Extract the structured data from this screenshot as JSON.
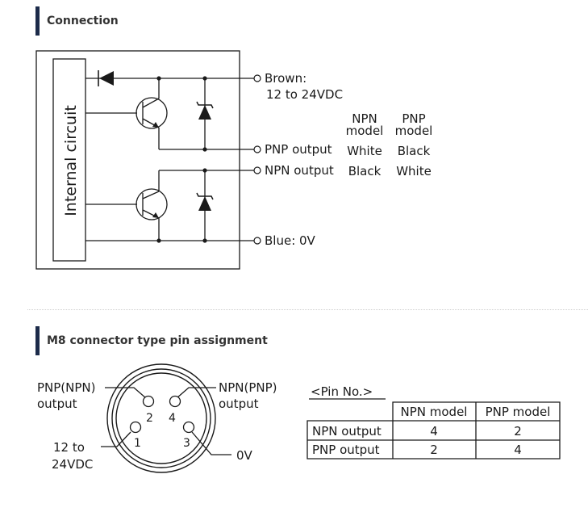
{
  "sections": {
    "connection_title": "Connection",
    "pin_assignment_title": "M8 connector type pin assignment"
  },
  "circuit": {
    "internal_label": "Internal circuit",
    "terminals": {
      "brown": "Brown:",
      "brown_voltage": "12 to 24VDC",
      "pnp_output": "PNP output",
      "npn_output": "NPN output",
      "blue": "Blue: 0V"
    },
    "wire_table": {
      "npn_header_1": "NPN",
      "npn_header_2": "model",
      "pnp_header_1": "PNP",
      "pnp_header_2": "model",
      "pnp_row_npn": "White",
      "pnp_row_pnp": "Black",
      "npn_row_npn": "Black",
      "npn_row_pnp": "White"
    }
  },
  "connector": {
    "label_pnp_npn_1": "PNP(NPN)",
    "label_pnp_npn_2": "output",
    "label_npn_pnp_1": "NPN(PNP)",
    "label_npn_pnp_2": "output",
    "label_supply_1": "12 to",
    "label_supply_2": "24VDC",
    "label_0v": "0V",
    "pins": [
      "1",
      "2",
      "3",
      "4"
    ]
  },
  "pin_table": {
    "caption": "<Pin No.>",
    "headers": [
      "",
      "NPN model",
      "PNP model"
    ],
    "rows": [
      [
        "NPN output",
        "4",
        "2"
      ],
      [
        "PNP output",
        "2",
        "4"
      ]
    ]
  }
}
